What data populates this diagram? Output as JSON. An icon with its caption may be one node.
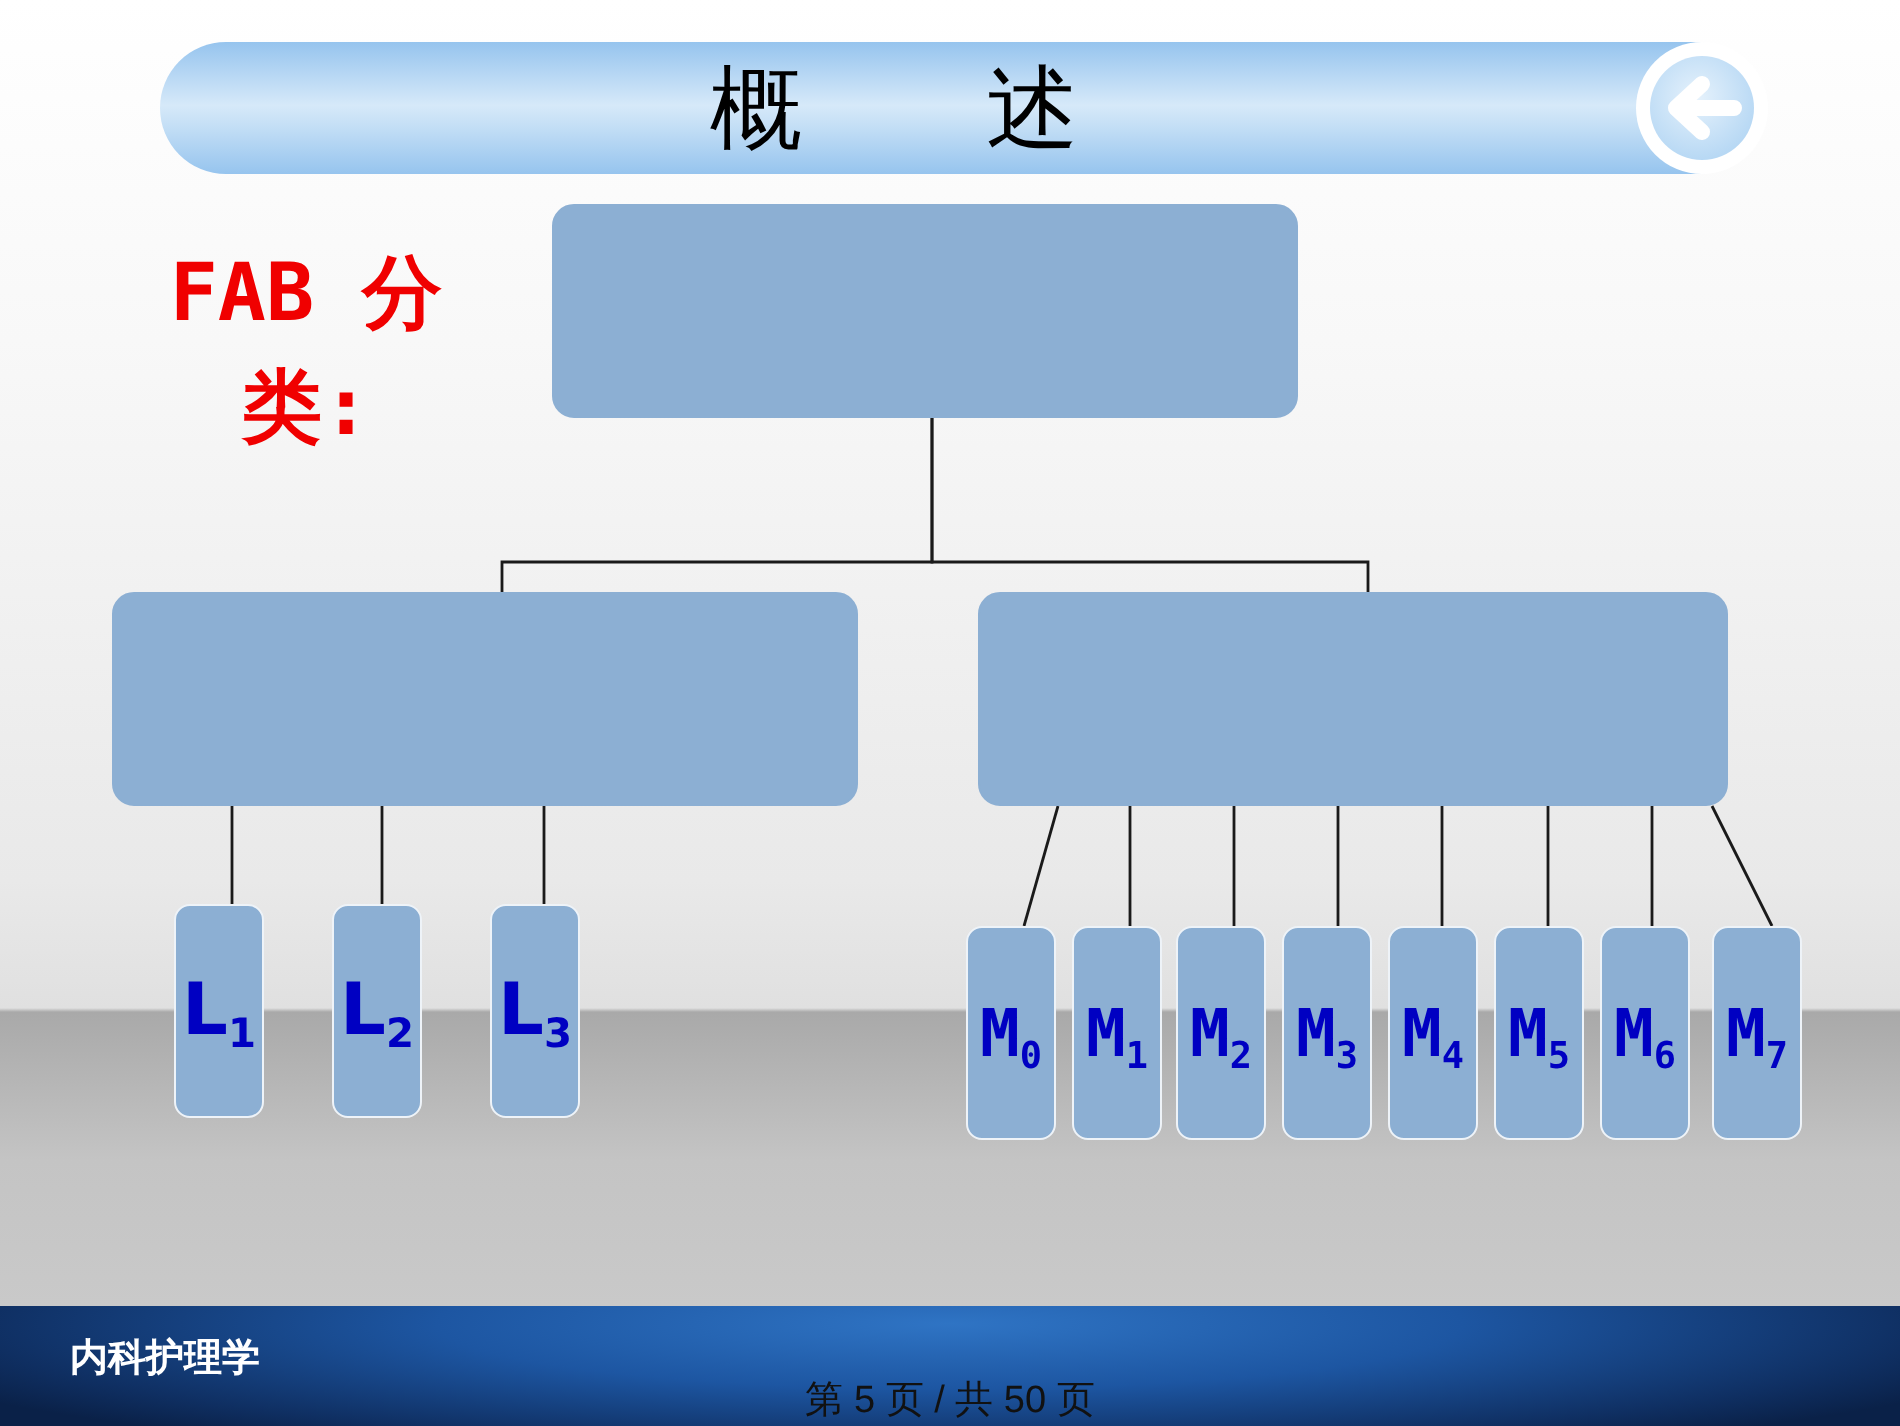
{
  "diagram": {
    "title": "概　　述",
    "nodes": [
      {
        "text": [],
        "shape": "box"
      },
      {
        "text": [],
        "shape": "box"
      },
      {
        "text": [],
        "shape": "box"
      },
      {
        "text": [
          "L$_{1}$"
        ]
      },
      {
        "text": [
          "L$_{2}$"
        ]
      },
      {
        "text": [
          "L$_{3}$"
        ]
      },
      {
        "text": [
          "M$_{0}$"
        ]
      },
      {
        "text": [
          "M$_{1}$"
        ]
      },
      {
        "text": [
          "M$_{2}$"
        ]
      },
      {
        "text": [
          "M$_{3}$"
        ]
      },
      {
        "text": [
          "M$_{4}$"
        ]
      },
      {
        "text": [
          "M$_{5}$"
        ]
      },
      {
        "text": [
          "M$_{6}$"
        ]
      },
      {
        "text": [
          "M$_{7}$"
        ]
      }
    ],
    "edges": [
      {
        "from": 0,
        "to": 1,
        "arrow": "none"
      },
      {
        "from": 0,
        "to": 2,
        "arrow": "none"
      },
      {
        "from": 1,
        "to": 3,
        "arrow": "none"
      },
      {
        "from": 1,
        "to": 4,
        "arrow": "none"
      },
      {
        "from": 1,
        "to": 5,
        "arrow": "none"
      },
      {
        "from": 2,
        "to": 6,
        "arrow": "none"
      },
      {
        "from": 2,
        "to": 7,
        "arrow": "none"
      },
      {
        "from": 2,
        "to": 8,
        "arrow": "none"
      },
      {
        "from": 2,
        "to": 9,
        "arrow": "none"
      },
      {
        "from": 2,
        "to": 10,
        "arrow": "none"
      },
      {
        "from": 2,
        "to": 11,
        "arrow": "none"
      },
      {
        "from": 2,
        "to": 12,
        "arrow": "none"
      },
      {
        "from": 2,
        "to": 13,
        "arrow": "none"
      }
    ],
    "labels": [
      "FAB 分类:",
      "内科护理学",
      "第 5 页 / 共 50 页"
    ]
  }
}
